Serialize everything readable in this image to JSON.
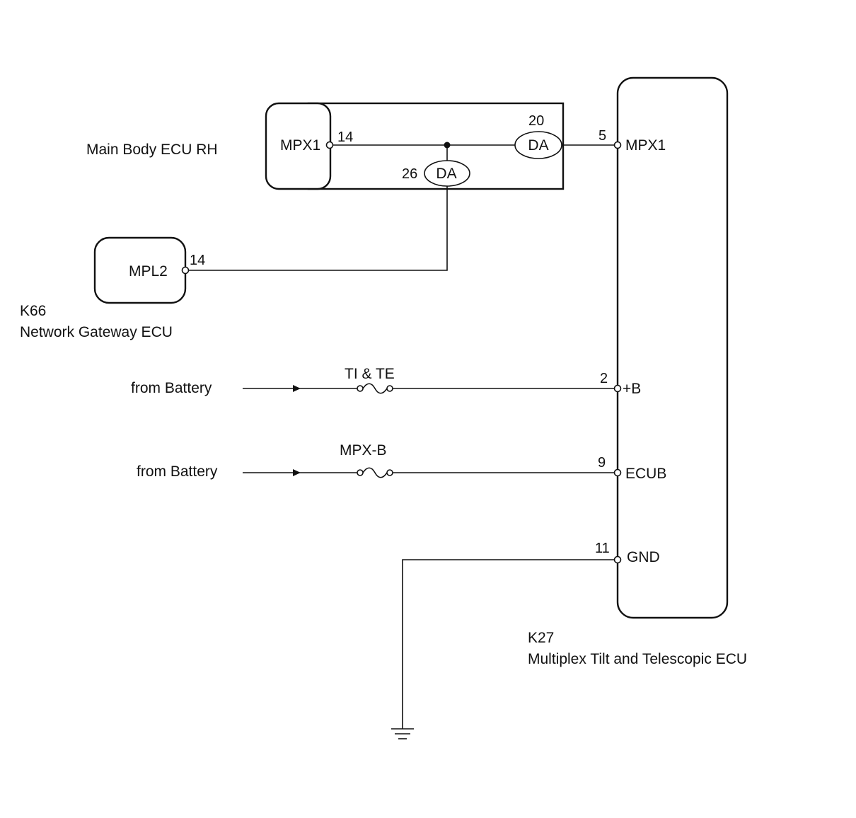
{
  "main_body_ecu": {
    "name": "Main Body ECU RH",
    "terminal_name": "MPX1",
    "pin": "14",
    "connector_out": {
      "pin": "20",
      "code": "DA"
    },
    "connector_branch": {
      "pin": "26",
      "code": "DA"
    }
  },
  "gateway_ecu": {
    "code": "K66",
    "name": "Network Gateway ECU",
    "terminal_name": "MPL2",
    "pin": "14"
  },
  "tilt_ecu": {
    "code": "K27",
    "name": "Multiplex Tilt and Telescopic ECU",
    "terminals": [
      {
        "pin": "5",
        "name": "MPX1"
      },
      {
        "pin": "2",
        "name": "+B"
      },
      {
        "pin": "9",
        "name": "ECUB"
      },
      {
        "pin": "11",
        "name": "GND"
      }
    ]
  },
  "power_feeds": [
    {
      "source": "from Battery",
      "fuse": "TI & TE"
    },
    {
      "source": "from Battery",
      "fuse": "MPX-B"
    }
  ],
  "colors": {
    "line": "#111111",
    "background": "#ffffff"
  }
}
